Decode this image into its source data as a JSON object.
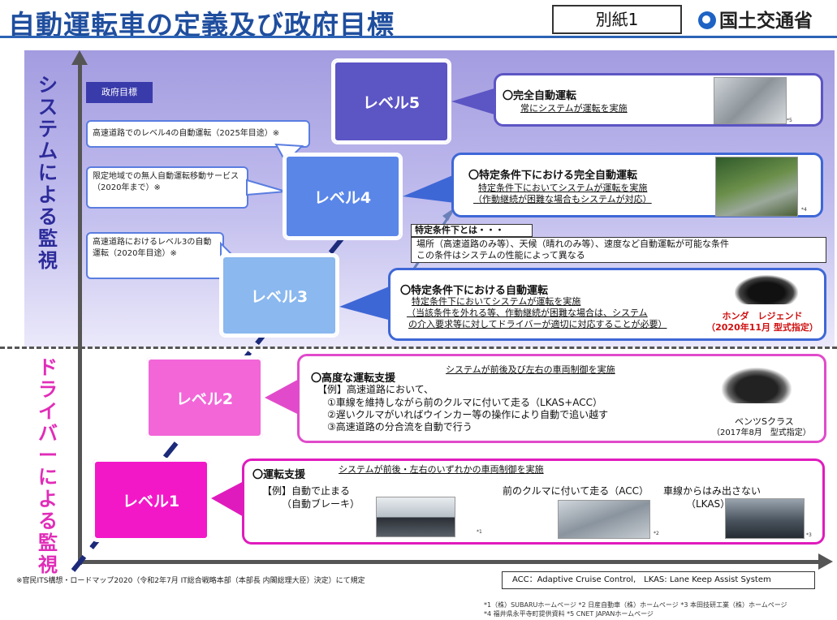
{
  "header": {
    "title": "自動運転車の定義及び政府目標",
    "attachment": "別紙1",
    "ministry": "国土交通省"
  },
  "axis_labels": {
    "system": "システムによる監視",
    "driver": "ドライバーによる監視"
  },
  "levels": {
    "l5": "レベル5",
    "l4": "レベル4",
    "l3": "レベル3",
    "l2": "レベル2",
    "l1": "レベル1"
  },
  "gov_target": {
    "label": "政府目標",
    "goals": [
      "高速道路でのレベル4の自動運転（2025年目途）※",
      "限定地域での無人自動運転移動サービス（2020年まで）※",
      "高速道路におけるレベル3の自動運転（2020年目途）※"
    ]
  },
  "level5": {
    "title": "〇完全自動運転",
    "desc": "常にシステムが運転を実施",
    "note": "*5"
  },
  "level4": {
    "title": "〇特定条件下における完全自動運転",
    "desc1": "特定条件下においてシステムが運転を実施",
    "desc2": "（作動継続が困難な場合もシステムが対応）",
    "note": "*4"
  },
  "condition": {
    "title": "特定条件下とは・・・",
    "line1": "場所（高速道路のみ等）、天候（晴れのみ等）、速度など自動運転が可能な条件",
    "line2": "この条件はシステムの性能によって異なる"
  },
  "level3": {
    "title": "〇特定条件下における自動運転",
    "desc1": "特定条件下においてシステムが運転を実施",
    "desc2": "（当該条件を外れる等、作動継続が困難な場合は、システム",
    "desc3": "の介入要求等に対してドライバーが適切に対応することが必要）",
    "car1": "ホンダ　レジェンド",
    "car2": "（2020年11月 型式指定）"
  },
  "level2": {
    "title": "〇高度な運転支援",
    "summary": "システムが前後及び左右の車両制御を実施",
    "example": "【例】高速道路において、",
    "items": [
      "①車線を維持しながら前のクルマに付いて走る（LKAS+ACC）",
      "②遅いクルマがいればウインカー等の操作により自動で追い越す",
      "③高速道路の分合流を自動で行う"
    ],
    "car1": "ベンツSクラス",
    "car2": "（2017年8月　型式指定）"
  },
  "level1": {
    "title": "〇運転支援",
    "summary": "システムが前後・左右のいずれかの車両制御を実施",
    "ex1a": "【例】自動で止まる",
    "ex1b": "（自動ブレーキ）",
    "ex2": "前のクルマに付いて走る（ACC）",
    "ex3a": "車線からはみ出さない",
    "ex3b": "（LKAS）",
    "n1": "*1",
    "n2": "*2",
    "n3": "*3"
  },
  "footer": {
    "note": "※官民ITS構想・ロードマップ2020（令和2年7月 IT総合戦略本部（本部長 内閣総理大臣）決定）にて規定",
    "acc": "ACC：Adaptive Cruise Control,　LKAS: Lane Keep Assist System",
    "sources1": "*1（株）SUBARUホームページ  *2 日産自動車（株）ホームページ  *3 本田技研工業（株）ホームページ",
    "sources2": "*4 福井県永平寺町提供資料  *5 CNET JAPANホームページ"
  }
}
